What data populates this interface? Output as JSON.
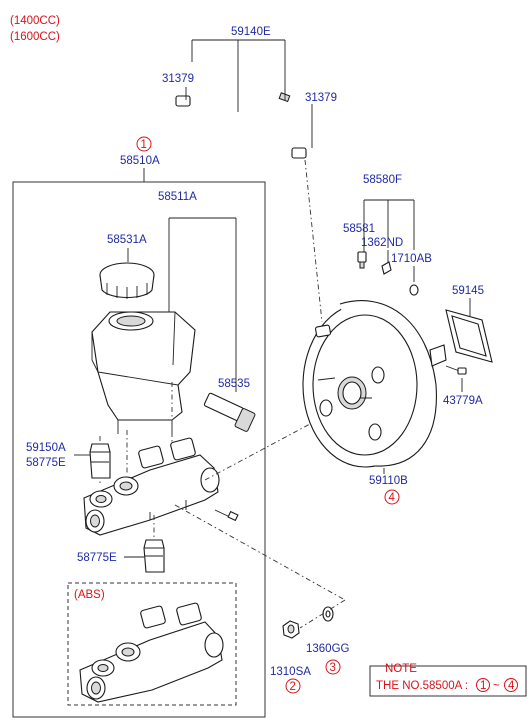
{
  "variants": [
    "(1400CC)",
    "(1600CC)"
  ],
  "parts": {
    "p59140E": "59140E",
    "p31379_left": "31379",
    "p31379_right": "31379",
    "p58510A": "58510A",
    "p58510A_ref": "1",
    "p58511A": "58511A",
    "p58531A": "58531A",
    "p58535": "58535",
    "p59150A": "59150A",
    "p58775E_upper": "58775E",
    "p58775E_lower": "58775E",
    "abs_label": "(ABS)",
    "p58580F": "58580F",
    "p58581": "58581",
    "p1362ND": "1362ND",
    "p1710AB": "1710AB",
    "p59145": "59145",
    "p43779A": "43779A",
    "p59110B": "59110B",
    "p59110B_ref": "4",
    "p1360GG": "1360GG",
    "p1360GG_ref": "3",
    "p1310SA": "1310SA",
    "p1310SA_ref": "2"
  },
  "note": {
    "title": "NOTE",
    "text": "THE NO.58500A :",
    "ref_from": "1",
    "tilde": "~",
    "ref_to": "4"
  },
  "colors": {
    "label": "#1f2aa6",
    "variant": "#d8131b",
    "line": "#222222"
  }
}
